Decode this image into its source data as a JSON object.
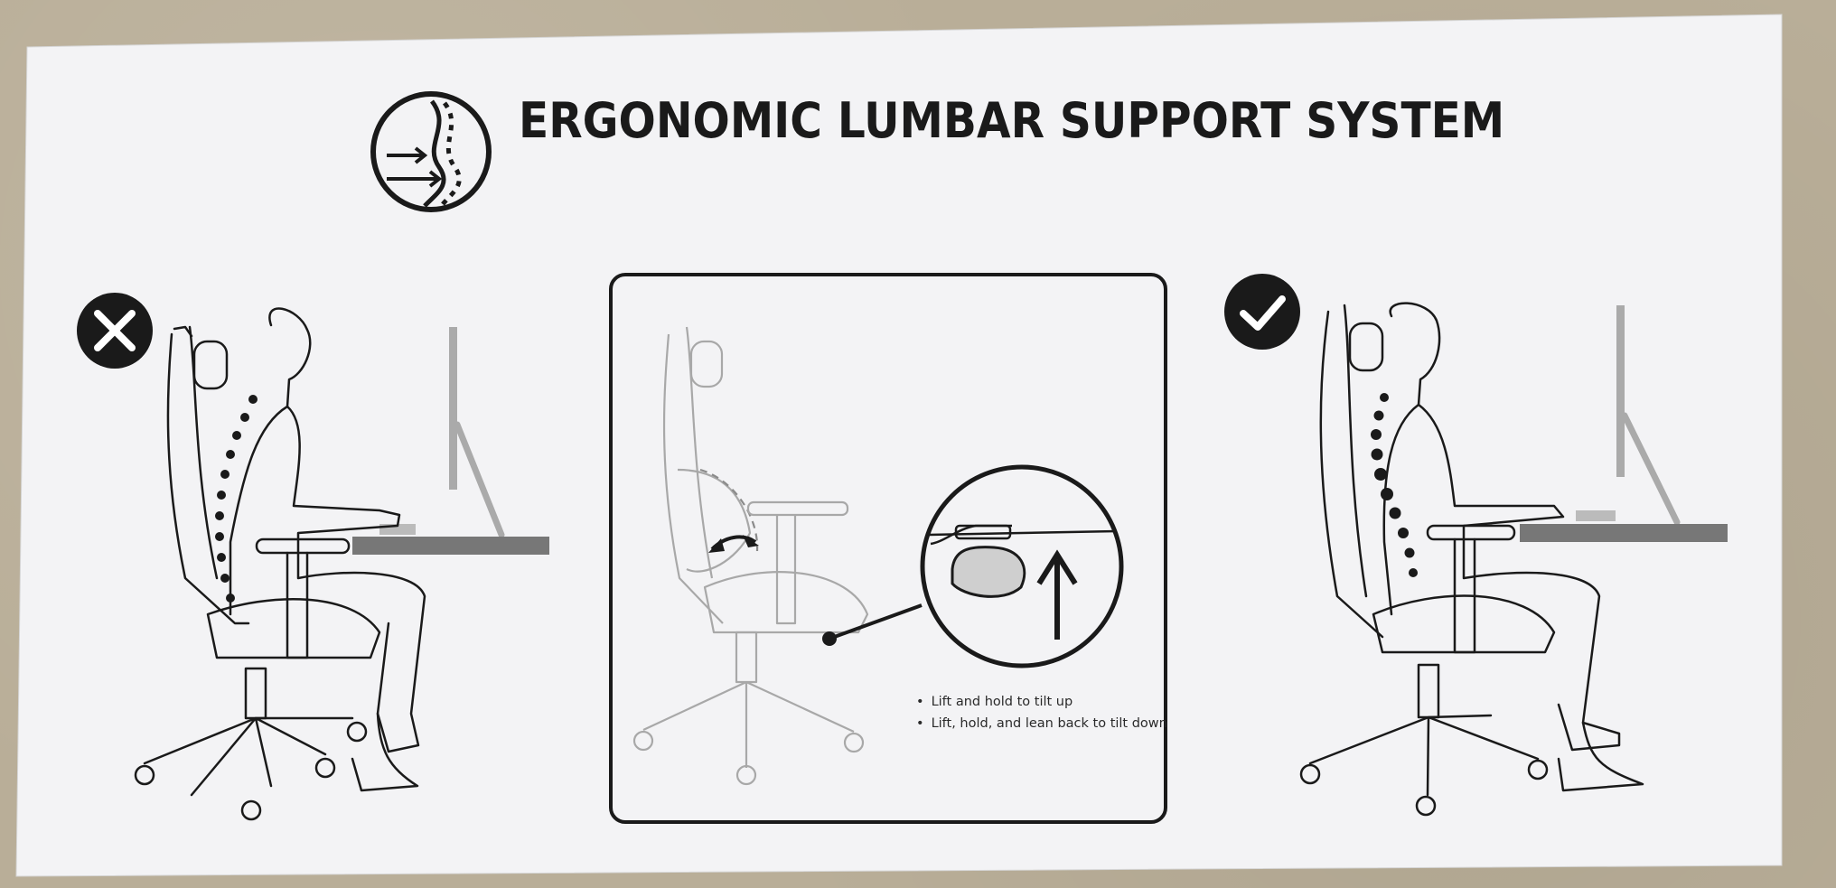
{
  "header": {
    "title": "ERGONOMIC LUMBAR SUPPORT SYSTEM",
    "logo_icon": "spine-lumbar-icon"
  },
  "panels": {
    "incorrect": {
      "badge_icon": "cross-icon"
    },
    "adjust": {
      "instructions": [
        "Lift and hold to tilt up",
        "Lift, hold, and lean back to tilt down"
      ]
    },
    "correct": {
      "badge_icon": "check-icon"
    }
  },
  "colors": {
    "ink": "#1a1a1a",
    "light_ink": "#8a8a8a",
    "card": "#f2f2f4",
    "backdrop": "#b9ae98"
  }
}
